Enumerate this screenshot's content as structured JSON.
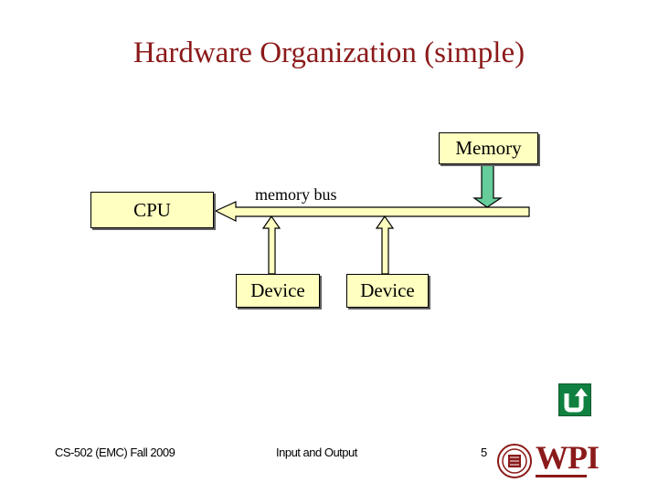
{
  "slide": {
    "title": "Hardware Organization (simple)"
  },
  "diagram": {
    "memory_label": "Memory",
    "cpu_label": "CPU",
    "bus_label": "memory bus",
    "devices": [
      {
        "label": "Device"
      },
      {
        "label": "Device"
      }
    ],
    "colors": {
      "box_fill": "#ffffc0",
      "bus_arrow": "#ffffc0",
      "memory_arrow": "#66cc99",
      "title": "#8b1a1a"
    }
  },
  "footer": {
    "left": "CS-502 (EMC) Fall 2009",
    "center": "Input and Output",
    "page_number": "5"
  },
  "branding": {
    "logo_text": "WPI",
    "nav_icon": "return-arrow-icon"
  }
}
